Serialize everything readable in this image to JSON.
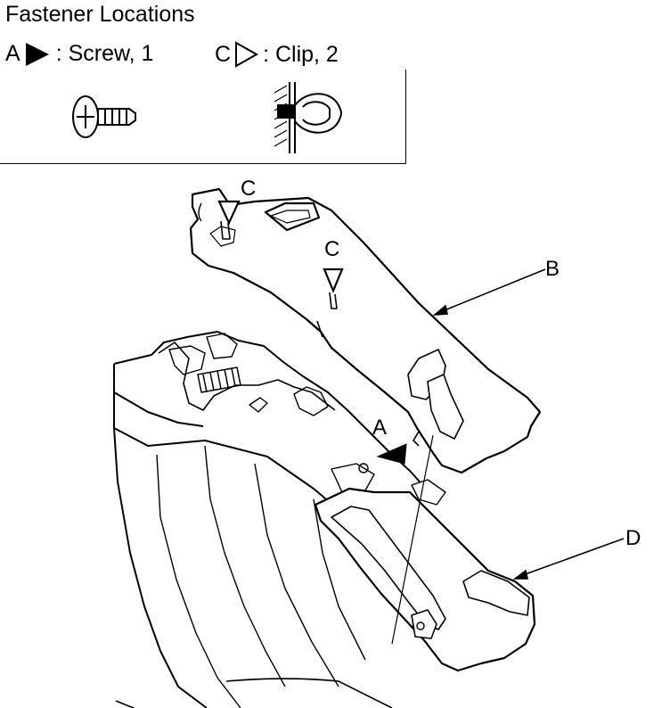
{
  "title": "Fastener Locations",
  "legend": {
    "a_letter": "A",
    "a_text": ": Screw, 1",
    "c_letter": "C",
    "c_text": ": Clip, 2"
  },
  "callouts": {
    "a": "A",
    "b": "B",
    "c1": "C",
    "c2": "C",
    "d": "D"
  },
  "colors": {
    "ink": "#000000",
    "paper": "#ffffff"
  },
  "icons": [
    "screw-icon",
    "clip-icon",
    "filled-triangle-marker",
    "open-triangle-marker"
  ]
}
